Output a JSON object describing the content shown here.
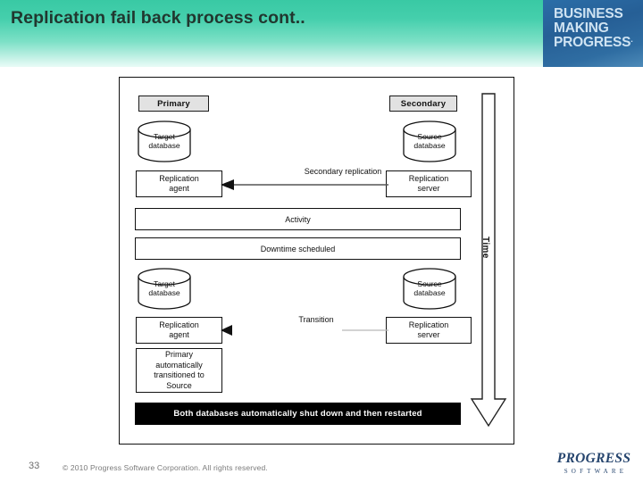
{
  "header": {
    "title": "Replication fail back process cont..",
    "logo": {
      "line1": "BUSINESS",
      "line2": "MAKING",
      "line3": "PROGRESS",
      "line3_mark": ".",
      "bg_color": "#2b6ea8",
      "text_color": "#cfe3f2"
    },
    "gradient_from": "#39c9a4",
    "gradient_to": "#e9fbf7"
  },
  "diagram": {
    "columns": {
      "primary_label": "Primary",
      "secondary_label": "Secondary"
    },
    "phase_one": {
      "primary_db": "Target\ndatabase",
      "primary_db_line1": "Target",
      "primary_db_line2": "database",
      "secondary_db_line1": "Source",
      "secondary_db_line2": "database",
      "primary_agent_line1": "Replication",
      "primary_agent_line2": "agent",
      "secondary_server_line1": "Replication",
      "secondary_server_line2": "server",
      "arrow_label": "Secondary replication",
      "arrow_direction": "left"
    },
    "timeline_bars": [
      {
        "label": "Activity"
      },
      {
        "label": "Downtime scheduled"
      }
    ],
    "phase_two": {
      "primary_db_line1": "Target",
      "primary_db_line2": "database",
      "secondary_db_line1": "Source",
      "secondary_db_line2": "database",
      "primary_agent_line1": "Replication",
      "primary_agent_line2": "agent",
      "secondary_server_line1": "Replication",
      "secondary_server_line2": "server",
      "arrow_label": "Transition",
      "arrow_direction": "left",
      "note_line1": "Primary",
      "note_line2": "automatically",
      "note_line3": "transitioned to",
      "note_line4": "Source"
    },
    "footer_banner": {
      "text": "Both databases automatically shut down and then restarted",
      "bg_color": "#000000",
      "text_color": "#ffffff"
    },
    "time_axis": {
      "label": "Time",
      "direction": "down"
    }
  },
  "footer": {
    "slide_number": "33",
    "copyright": "© 2010 Progress Software Corporation. All rights reserved.",
    "brand": {
      "name": "PROGRESS",
      "sub": "SOFTWARE"
    }
  }
}
